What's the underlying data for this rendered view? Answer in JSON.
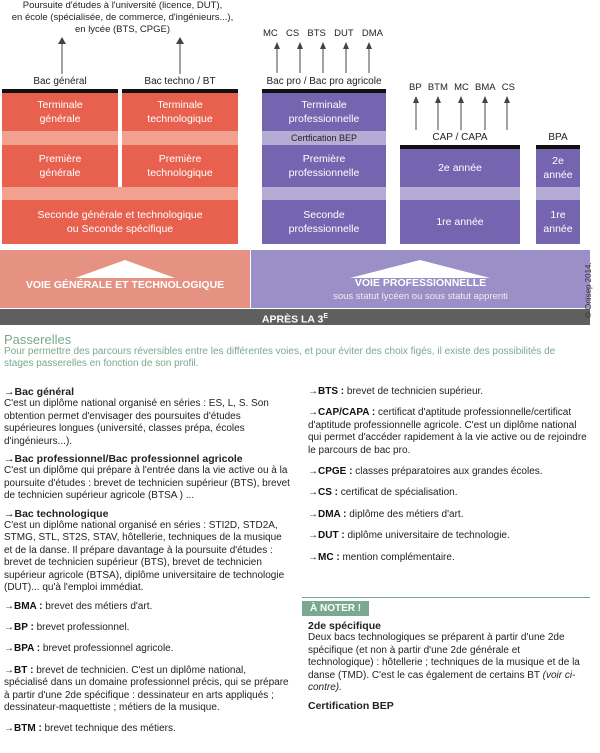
{
  "diagram": {
    "top_left": [
      "Poursuite d'études à l'université (licence, DUT),",
      "en école (spécialisée, de commerce, d'ingénieurs...),",
      "en lycée (BTS, CPGE)"
    ],
    "top_mid": [
      "MC",
      "CS",
      "BTS",
      "DUT",
      "DMA"
    ],
    "top_right": [
      "BP",
      "BTM",
      "MC",
      "BMA",
      "CS"
    ],
    "hdr_bac_gen": "Bac général",
    "hdr_bac_techno": "Bac techno / BT",
    "hdr_bac_pro": "Bac pro / Bac pro agricole",
    "hdr_cap": "CAP / CAPA",
    "hdr_bpa": "BPA",
    "terminale_gen": [
      "Terminale",
      "générale"
    ],
    "terminale_tech": [
      "Terminale",
      "technologique"
    ],
    "terminale_pro": [
      "Terminale",
      "professionnelle"
    ],
    "cert_bep": "Certfication BEP",
    "premiere_gen": [
      "Première",
      "générale"
    ],
    "premiere_tech": [
      "Première",
      "technologique"
    ],
    "premiere_pro": [
      "Première",
      "professionnelle"
    ],
    "seconde_gen": [
      "Seconde générale et technologique",
      "ou Seconde  spécifique"
    ],
    "seconde_pro": [
      "Seconde",
      "professionnelle"
    ],
    "cap2": "2e année",
    "cap1": "1re année",
    "bpa2": [
      "2e",
      "année"
    ],
    "bpa1": [
      "1re",
      "année"
    ],
    "voie_gen": "VOIE GÉNÉRALE ET TECHNOLOGIQUE",
    "voie_pro": "VOIE PROFESSIONNELLE",
    "voie_pro_sub": "sous statut lycéen ou sous statut apprenti",
    "apres": "APRÈS LA 3E",
    "copyright": "© Onisep 2014."
  },
  "passerelles": {
    "title": "Passerelles",
    "text": "Pour permettre des parcours réversibles entre les différentes voies, et pour éviter des choix figés, il existe des possibilités de stages passerelles en fonction de son profil."
  },
  "left": {
    "bac_gen_t": "Bac général",
    "bac_gen": "C'est un diplôme national organisé en séries : ES, L, S. Son obtention permet d'envisager des poursuites d'études supérieures longues (université, classes prépa, écoles d'ingénieurs...).",
    "bac_pro_t": "Bac professionnel/Bac professionnel agricole",
    "bac_pro": "C'est un diplôme qui prépare à l'entrée dans la vie active ou à la poursuite d'études : brevet de technicien supérieur (BTS), brevet de technicien supérieur agricole (BTSA ) ...",
    "bac_tech_t": "Bac technologique",
    "bac_tech": "C'est un diplôme national organisé en séries : STI2D, STD2A, STMG, STL, ST2S, STAV, hôtellerie, techniques de la musique et de la danse. Il prépare davantage à la poursuite d'études : brevet de technicien supérieur (BTS), brevet de technicien supérieur agricole (BTSA), diplôme universitaire de technologie (DUT)... qu'à l'emploi immédiat.",
    "bma_t": "BMA :",
    "bma": " brevet des métiers d'art.",
    "bp_t": "BP :",
    "bp": " brevet professionnel.",
    "bpa_t": "BPA :",
    "bpa": " brevet professionnel agricole.",
    "bt_t": "BT :",
    "bt": " brevet de technicien. C'est un diplôme national, spécialisé dans un domaine professionnel précis, qui se prépare à partir d'une 2de spécifique : dessinateur en arts appliqués ; dessinateur-maquettiste ; métiers de la musique.",
    "btm_t": "BTM :",
    "btm": " brevet technique des métiers."
  },
  "right": {
    "bts_t": "BTS :",
    "bts": " brevet de technicien supérieur.",
    "cap_t": "CAP/CAPA :",
    "cap": " certificat d'aptitude professionnelle/certificat d'aptitude professionnelle agricole. C'est un diplôme national qui permet d'accéder rapidement à la vie active ou de rejoindre le parcours de bac pro.",
    "cpge_t": "CPGE :",
    "cpge": " classes préparatoires aux grandes écoles.",
    "cs_t": "CS :",
    "cs": " certificat de spécialisation.",
    "dma_t": "DMA :",
    "dma": " diplôme des métiers d'art.",
    "dut_t": "DUT :",
    "dut": " diplôme universitaire de technologie.",
    "mc_t": "MC :",
    "mc": " mention complémentaire.",
    "note_label": "À NOTER !",
    "note_title": "2de spécifique",
    "note_text": "Deux bacs technologiques se préparent à partir d'une 2de spécifique (et non à partir d'une 2de générale et technologique) : hôtellerie ; techniques de la musique et de la danse (TMD). C'est le cas également de certains BT",
    "note_italic": "(voir ci-contre).",
    "cert_title": "Certification BEP"
  }
}
